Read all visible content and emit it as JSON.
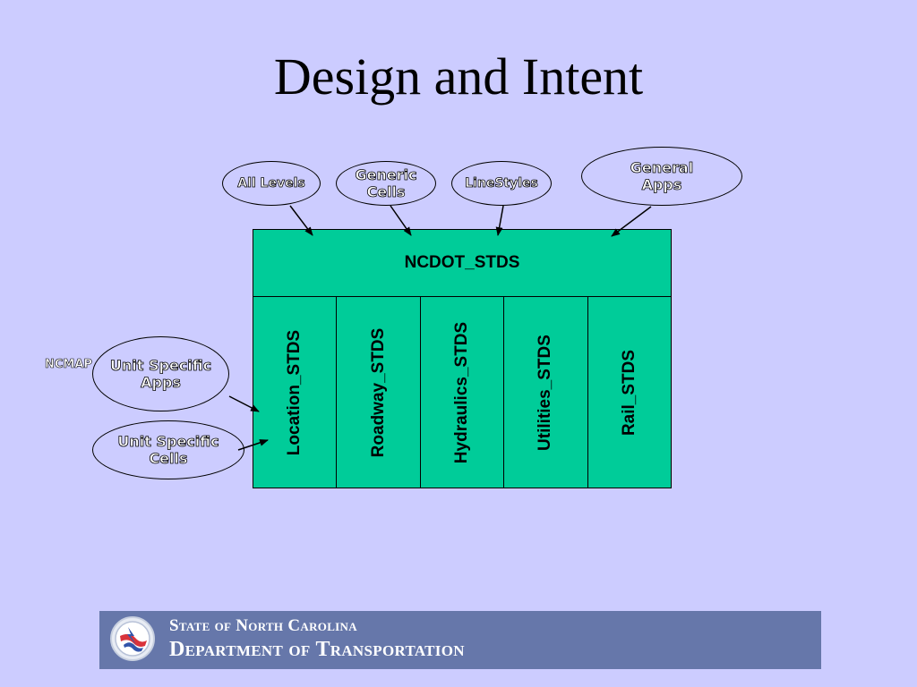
{
  "slide": {
    "title": "Design and Intent"
  },
  "diagram": {
    "top_ovals": [
      {
        "label": "All Levels"
      },
      {
        "label": "Generic Cells"
      },
      {
        "label": "LineStyles"
      },
      {
        "label": "General\nApps"
      }
    ],
    "main_box": {
      "label": "NCDOT_STDS"
    },
    "sub_boxes": [
      {
        "label": "Location_STDS"
      },
      {
        "label": "Roadway_STDS"
      },
      {
        "label": "Hydraulics_STDS"
      },
      {
        "label": "Utilities_STDS"
      },
      {
        "label": "Rail_STDS"
      }
    ],
    "side_label": "NCMAP",
    "left_ovals": [
      {
        "label": "Unit Specific\nApps"
      },
      {
        "label": "Unit Specific\nCells"
      }
    ]
  },
  "footer": {
    "line1": "State of North Carolina",
    "line2": "Department of Transportation",
    "logo_icon": "ncdot-seal-icon"
  },
  "colors": {
    "background": "#ccccff",
    "box_fill": "#00cc99",
    "footer_bar": "#6677aa"
  }
}
